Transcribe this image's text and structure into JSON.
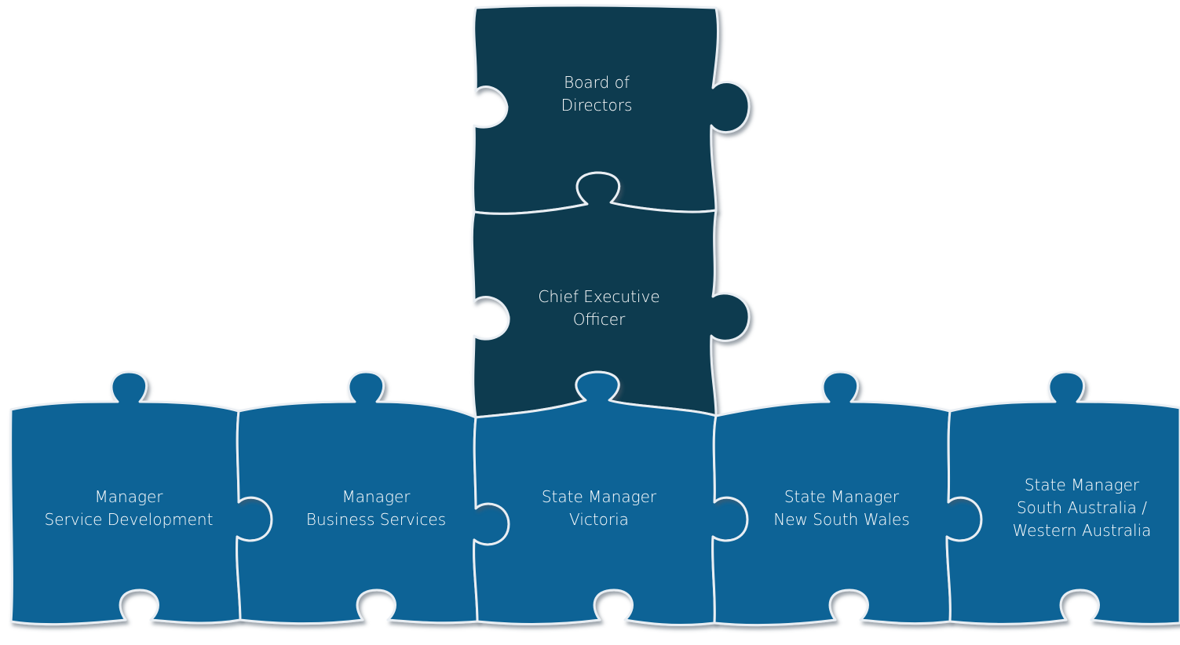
{
  "colors": {
    "top_piece": "#0d3a4f",
    "bottom_piece": "#0a6396",
    "outline": "#e9eef3",
    "text": "#ffffff"
  },
  "pieces": {
    "board": {
      "line1": "Board of",
      "line2": "Directors"
    },
    "ceo": {
      "line1": "Chief Executive",
      "line2": "Officer"
    },
    "service_dev": {
      "line1": "Manager",
      "line2": "Service Development"
    },
    "business": {
      "line1": "Manager",
      "line2": "Business Services"
    },
    "victoria": {
      "line1": "State Manager",
      "line2": "Victoria"
    },
    "nsw": {
      "line1": "State Manager",
      "line2": "New South Wales"
    },
    "sa_wa": {
      "line1": "State Manager",
      "line2": "South Australia /",
      "line3": "Western Australia"
    }
  }
}
